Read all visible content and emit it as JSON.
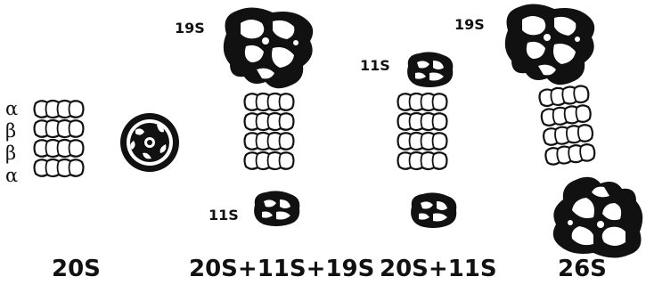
{
  "subunit_labels": [
    "α",
    "β",
    "β",
    "α"
  ],
  "captions": [
    "20S",
    "20S+11S+19S",
    "20S+11S",
    "26S"
  ],
  "annotations": {
    "b_top": "19S",
    "b_bottom": "11S",
    "c_top": "11S",
    "d_top": "19S"
  },
  "colors": {
    "ink": "#111111",
    "background": "#ffffff"
  }
}
